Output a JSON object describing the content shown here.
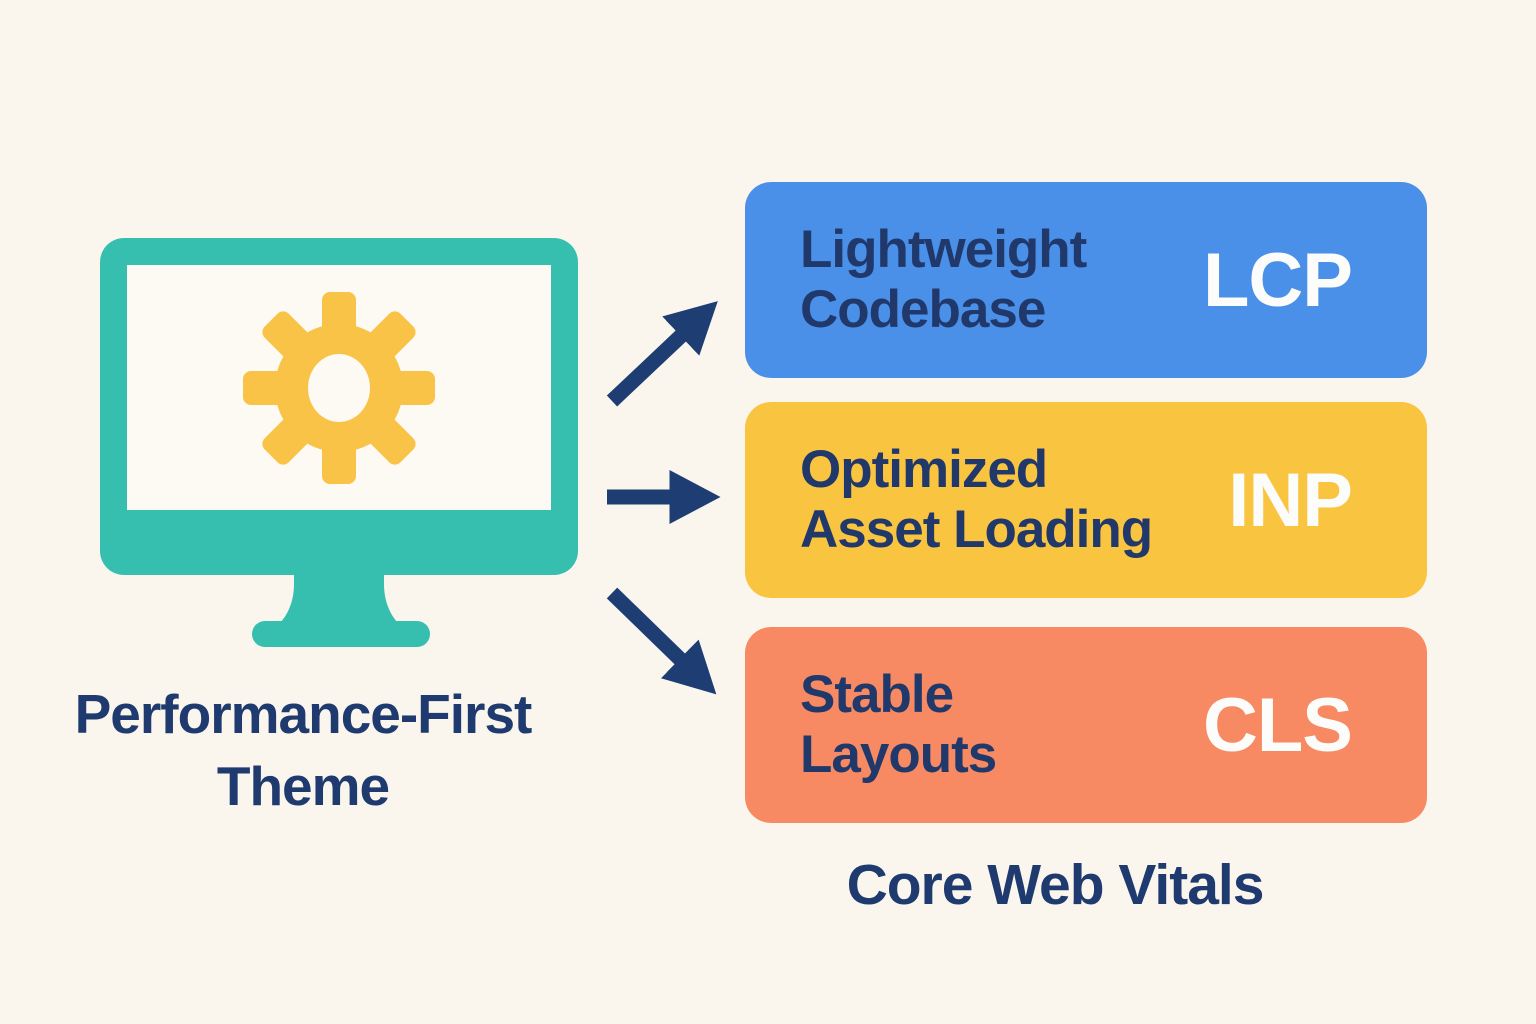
{
  "colors": {
    "background": "#faf6ee",
    "monitor_teal": "#36bfae",
    "screen_fill": "#fdfaf3",
    "gear_yellow": "#f9c347",
    "navy_text": "#1e3a6e",
    "box_label_navy": "#21386b",
    "arrow_navy": "#1e3d73",
    "box_blue": "#4a90e8",
    "box_yellow": "#f9c43f",
    "box_orange": "#f78a63",
    "acronym_white": "#fcfcfa"
  },
  "left": {
    "icon": "monitor-with-gear-icon",
    "title_line1": "Performance-First",
    "title_line2": "Theme"
  },
  "arrows": [
    {
      "icon": "arrow-up-right-icon"
    },
    {
      "icon": "arrow-right-icon"
    },
    {
      "icon": "arrow-down-right-icon"
    }
  ],
  "boxes": [
    {
      "label_line1": "Lightweight",
      "label_line2": "Codebase",
      "acronym": "LCP",
      "color": "#4a90e8"
    },
    {
      "label_line1": "Optimized",
      "label_line2": "Asset Loading",
      "acronym": "INP",
      "color": "#f9c43f"
    },
    {
      "label_line1": "Stable",
      "label_line2": "Layouts",
      "acronym": "CLS",
      "color": "#f78a63"
    }
  ],
  "footer": {
    "label": "Core Web Vitals"
  }
}
